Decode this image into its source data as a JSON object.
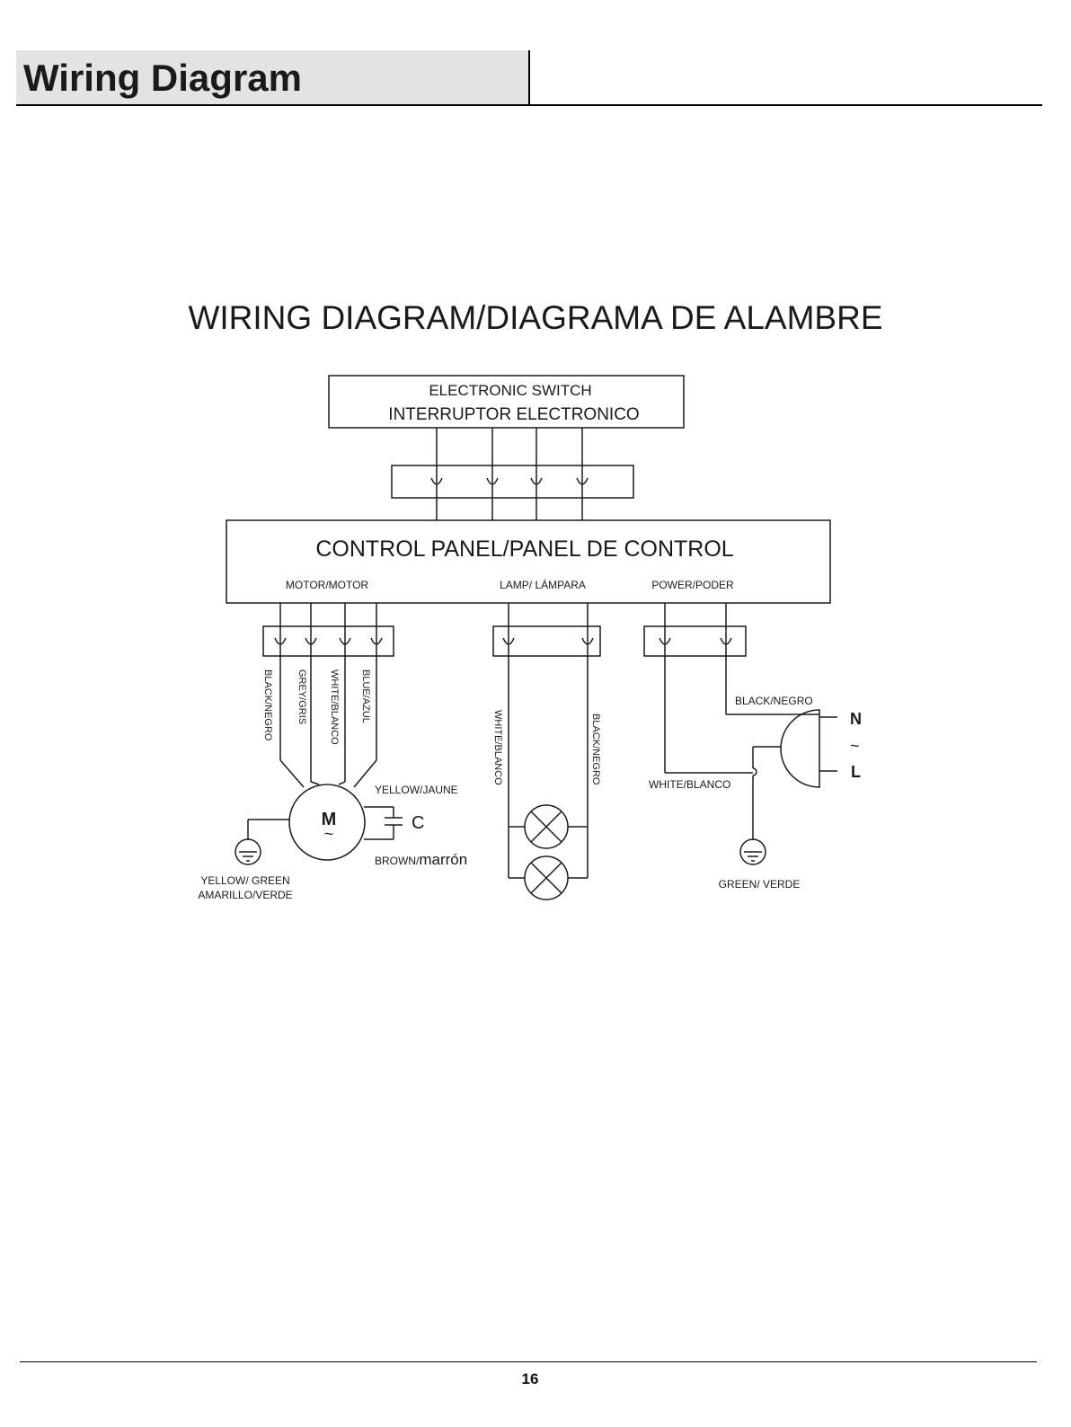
{
  "header": {
    "title": "Wiring Diagram"
  },
  "diagram": {
    "title": "WIRING DIAGRAM/DIAGRAMA DE ALAMBRE",
    "switch": {
      "line1": "ELECTRONIC  SWITCH",
      "line2": "INTERRUPTOR ELECTRONICO"
    },
    "control_panel": {
      "label": "CONTROL  PANEL/PANEL DE CONTROL",
      "motor_label": "MOTOR/MOTOR",
      "lamp_label": "LAMP/ LÁMPARA",
      "power_label": "POWER/PODER"
    },
    "motor_wires": [
      "BLACK/NEGRO",
      "GREY/GRIS",
      "WHITE/BLANCO",
      "BLUE/AZUL"
    ],
    "motor": {
      "symbol": "M",
      "ac": "~"
    },
    "capacitor": {
      "label": "C",
      "yellow": "YELLOW/JAUNE",
      "brown_prefix": "BROWN/",
      "brown_suffix": "marrón"
    },
    "motor_ground": {
      "line1": "YELLOW/ GREEN",
      "line2": "AMARILLO/VERDE"
    },
    "lamp_wires": [
      "WHITE/BLANCO",
      "BLACK/NEGRO"
    ],
    "power": {
      "black": "BLACK/NEGRO",
      "white": "WHITE/BLANCO",
      "ground": "GREEN/ VERDE",
      "n": "N",
      "ac": "~",
      "l": "L"
    }
  },
  "footer": {
    "page_number": "16"
  }
}
